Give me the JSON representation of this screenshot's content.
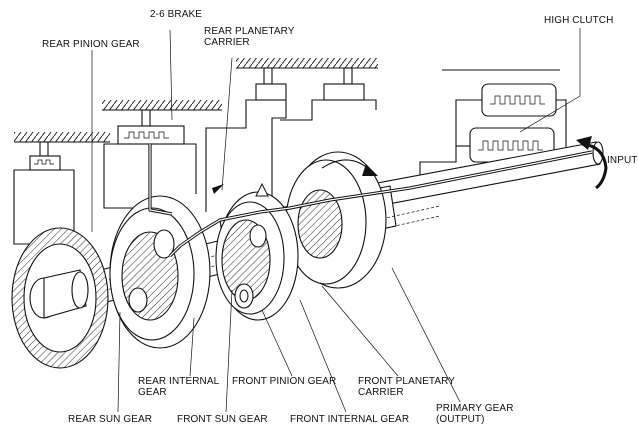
{
  "labels": {
    "brake_26": "2-6 BRAKE",
    "rear_pinion_gear": "REAR PINION GEAR",
    "rear_planetary_carrier": "REAR PLANETARY\nCARRIER",
    "high_clutch": "HIGH CLUTCH",
    "input": "INPUT",
    "rear_internal_gear": "REAR INTERNAL\nGEAR",
    "front_pinion_gear": "FRONT PINION GEAR",
    "front_planetary_carrier": "FRONT PLANETARY\nCARRIER",
    "rear_sun_gear": "REAR SUN GEAR",
    "front_sun_gear": "FRONT SUN GEAR",
    "front_internal_gear": "FRONT INTERNAL GEAR",
    "primary_gear": "PRIMARY GEAR\n(OUTPUT)"
  }
}
